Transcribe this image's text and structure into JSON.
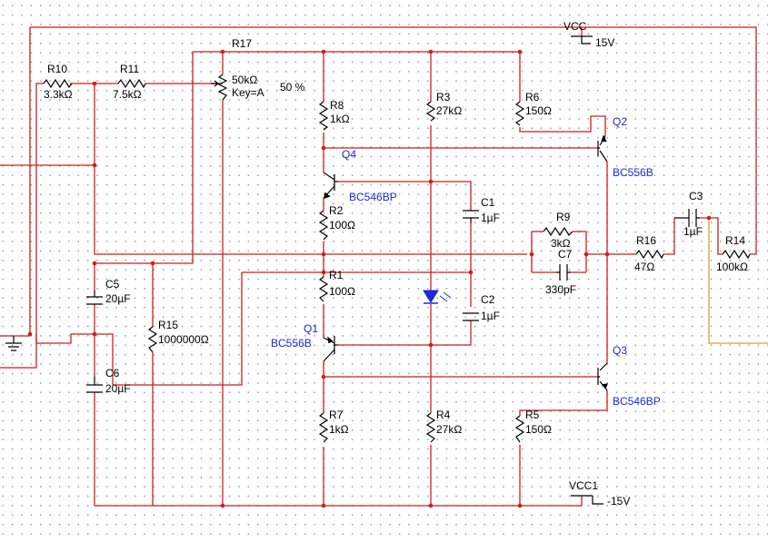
{
  "diagram": {
    "colors": {
      "wire": "#cc1f1f",
      "component": "#000000",
      "transistor_label": "#1e2ad6",
      "led": "#1e2ad6",
      "output_wire": "#e0a030"
    },
    "supplies": {
      "vcc_name": "VCC",
      "vcc_value": "15V",
      "vee_name": "VCC1",
      "vee_value": "-15V"
    },
    "resistors": {
      "r10": {
        "name": "R10",
        "value": "3.3kΩ"
      },
      "r11": {
        "name": "R11",
        "value": "7.5kΩ"
      },
      "r17": {
        "name": "R17",
        "value": "50kΩ",
        "key": "Key=A",
        "setting": "50 %"
      },
      "r8": {
        "name": "R8",
        "value": "1kΩ"
      },
      "r3": {
        "name": "R3",
        "value": "27kΩ"
      },
      "r6": {
        "name": "R6",
        "value": "150Ω"
      },
      "r2": {
        "name": "R2",
        "value": "100Ω"
      },
      "r9": {
        "name": "R9",
        "value": "3kΩ"
      },
      "r16": {
        "name": "R16",
        "value": "47Ω"
      },
      "r14": {
        "name": "R14",
        "value": "100kΩ"
      },
      "r1": {
        "name": "R1",
        "value": "100Ω"
      },
      "r15": {
        "name": "R15",
        "value": "1000000Ω"
      },
      "r7": {
        "name": "R7",
        "value": "1kΩ"
      },
      "r4": {
        "name": "R4",
        "value": "27kΩ"
      },
      "r5": {
        "name": "R5",
        "value": "150Ω"
      }
    },
    "capacitors": {
      "c1": {
        "name": "C1",
        "value": "1µF"
      },
      "c2": {
        "name": "C2",
        "value": "1µF"
      },
      "c3": {
        "name": "C3",
        "value": "1µF"
      },
      "c5": {
        "name": "C5",
        "value": "20µF"
      },
      "c6": {
        "name": "C6",
        "value": "20µF"
      },
      "c7": {
        "name": "C7",
        "value": "330pF"
      }
    },
    "transistors": {
      "q1": {
        "name": "Q1",
        "model": "BC556B"
      },
      "q2": {
        "name": "Q2",
        "model": "BC556B"
      },
      "q3": {
        "name": "Q3",
        "model": "BC546BP"
      },
      "q4": {
        "name": "Q4",
        "model": "BC546BP"
      }
    }
  }
}
